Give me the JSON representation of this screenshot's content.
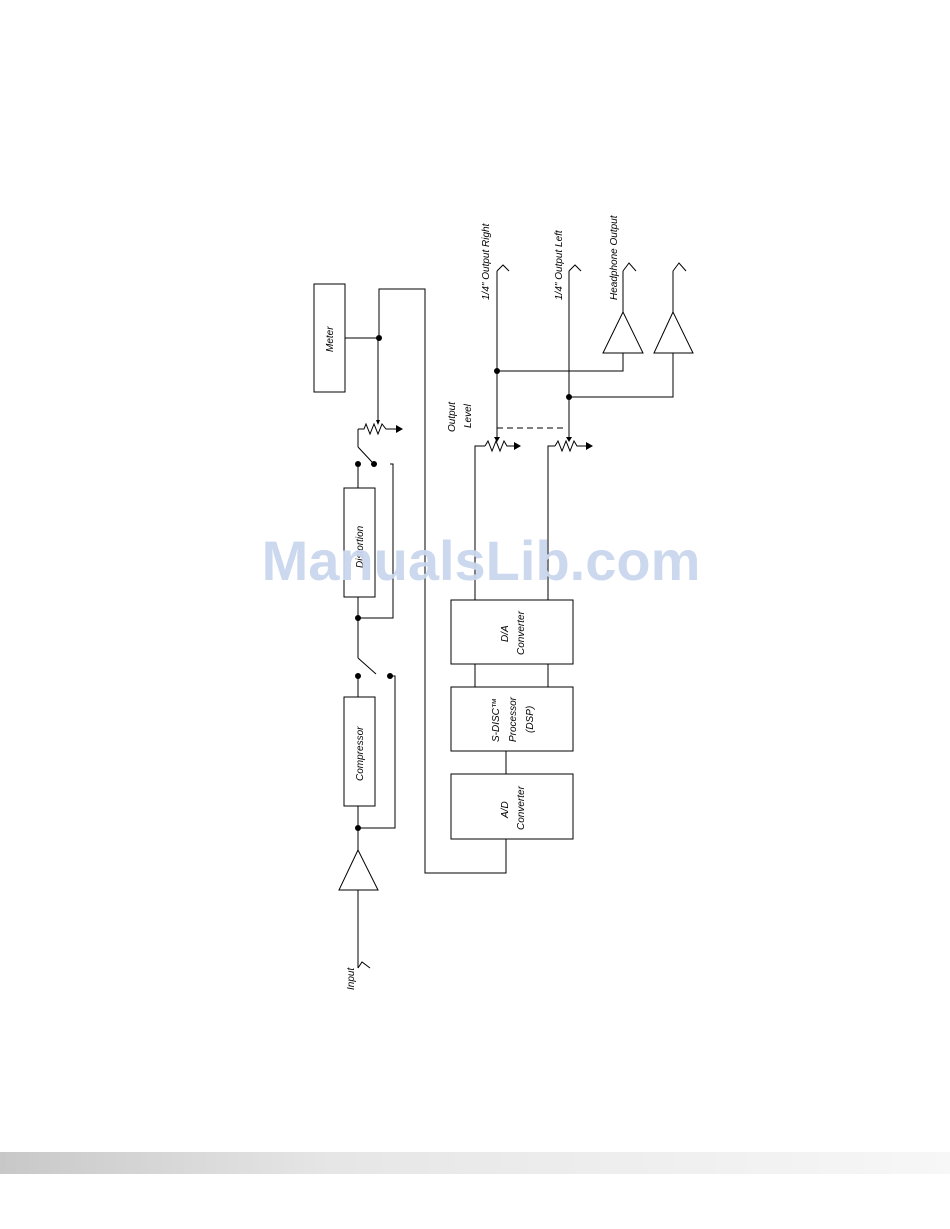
{
  "diagram": {
    "input_label": "Input",
    "compressor_label": "Compressor",
    "distortion_label": "Distortion",
    "meter_label": "Meter",
    "ad_converter": {
      "line1": "A/D",
      "line2": "Converter"
    },
    "processor": {
      "line1": "S-DISC™",
      "line2": "Processor",
      "line3": "(DSP)"
    },
    "da_converter": {
      "line1": "D/A",
      "line2": "Converter"
    },
    "output_level": {
      "line1": "Output",
      "line2": "Level"
    },
    "output_right_label": "1/4\" Output Right",
    "output_left_label": "1/4\" Output Left",
    "headphone_label": "Headphone Output"
  },
  "watermark": "ManualsLib.com",
  "colors": {
    "watermark": "#c9d6ee",
    "line": "#000000",
    "footer_bar": "#dcdcdc"
  }
}
